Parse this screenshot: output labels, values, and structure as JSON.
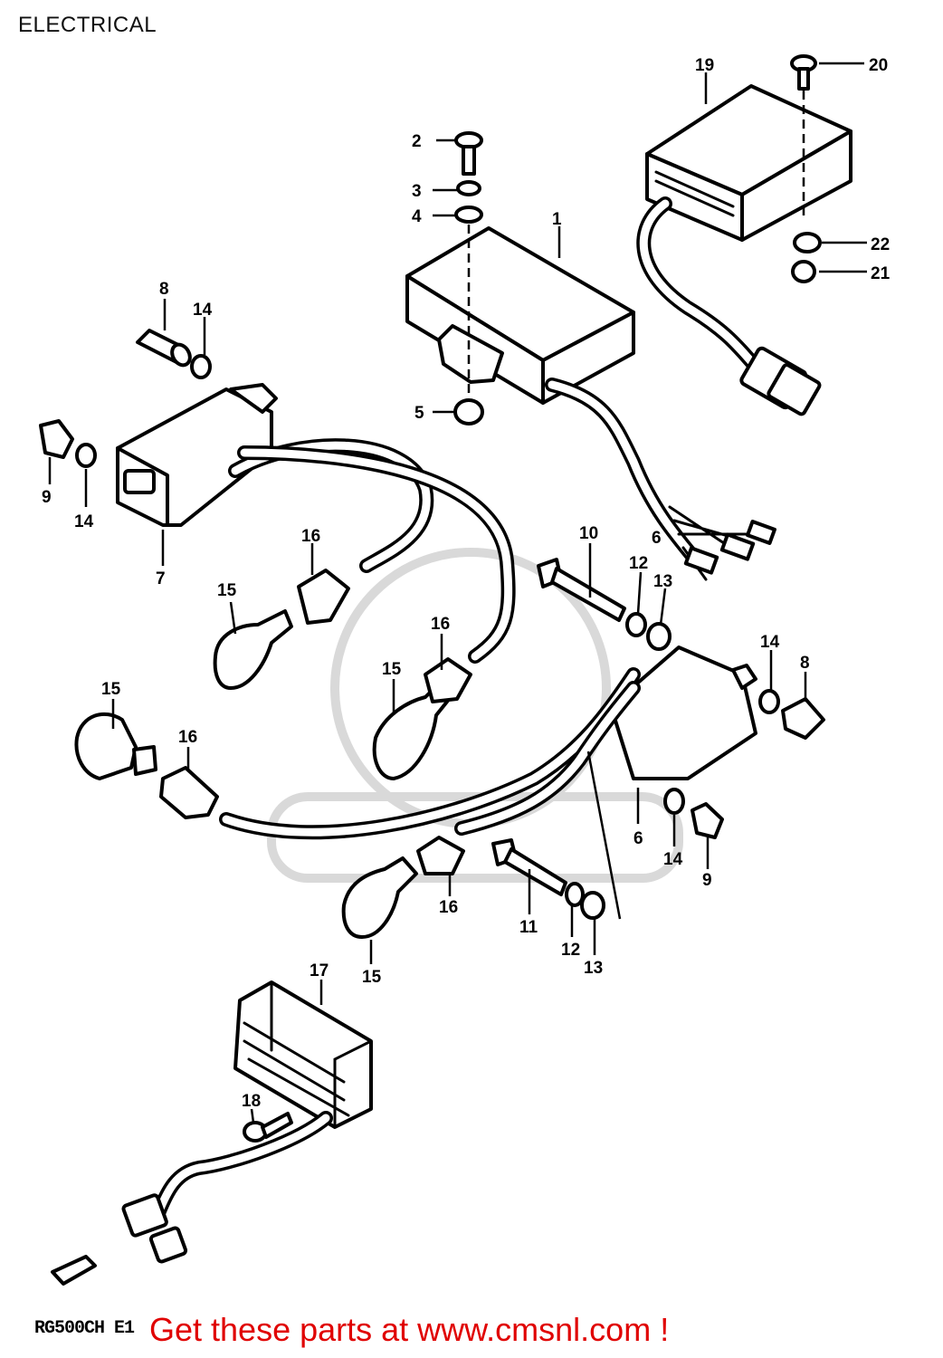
{
  "page": {
    "title": "ELECTRICAL"
  },
  "diagram": {
    "model_code": "RG500CH E1",
    "promo_text": "Get these parts at www.cmsnl.com !",
    "callouts": {
      "c1": "1",
      "c2": "2",
      "c3": "3",
      "c4": "4",
      "c5": "5",
      "c6a": "6",
      "c6b": "6",
      "c7": "7",
      "c8a": "8",
      "c8b": "8",
      "c9a": "9",
      "c9b": "9",
      "c10": "10",
      "c11": "11",
      "c12a": "12",
      "c12b": "12",
      "c13a": "13",
      "c13b": "13",
      "c14a": "14",
      "c14b": "14",
      "c14c": "14",
      "c14d": "14",
      "c15a": "15",
      "c15b": "15",
      "c15c": "15",
      "c15d": "15",
      "c16a": "16",
      "c16b": "16",
      "c16c": "16",
      "c16d": "16",
      "c17": "17",
      "c18": "18",
      "c19": "19",
      "c20": "20",
      "c21": "21",
      "c22": "22"
    }
  }
}
